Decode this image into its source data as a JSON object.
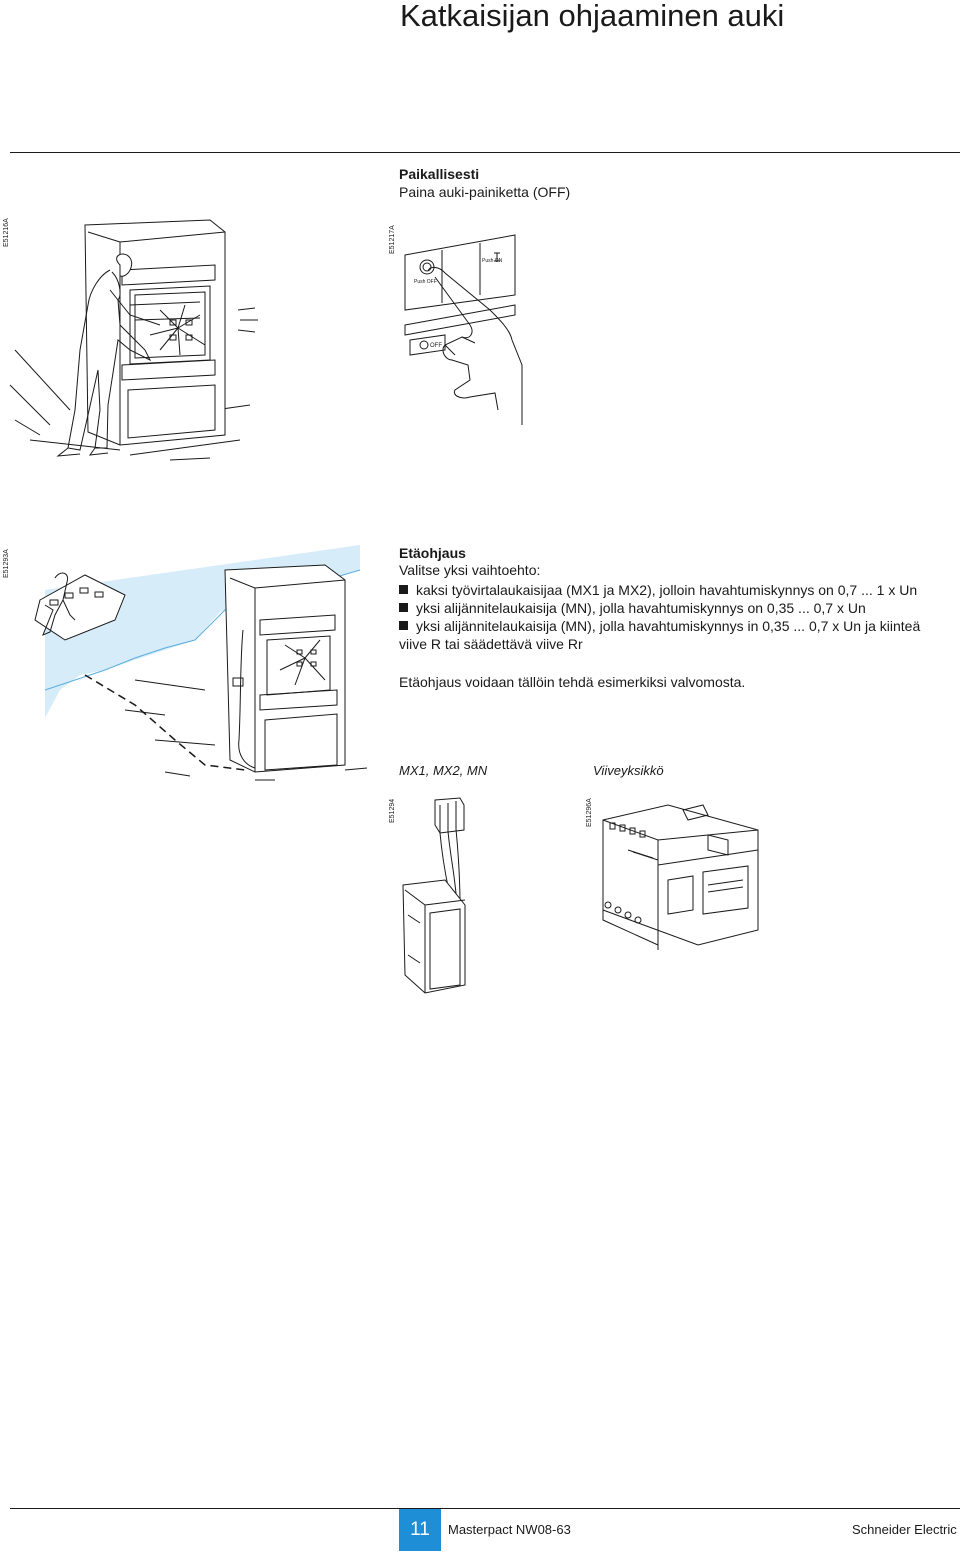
{
  "header": {
    "title": "Katkaisijan ohjaaminen auki"
  },
  "figure_codes": {
    "fig1": "E51216A",
    "fig2": "E51217A",
    "fig3": "E51293A",
    "fig4": "E51294",
    "fig5": "E51296A"
  },
  "local": {
    "heading": "Paikallisesti",
    "text": "Paina auki-painiketta (OFF)"
  },
  "remote": {
    "heading": "Etäohjaus",
    "intro": "Valitse yksi vaihtoehto:",
    "bullets": [
      "kaksi työvirtalaukaisijaa (MX1 ja MX2), jolloin havahtumiskynnys on 0,7 ... 1 x Un",
      "yksi alijännitelaukaisija (MN), jolla havahtumiskynnys on 0,35 ... 0,7 x Un",
      "yksi alijännitelaukaisija (MN), jolla havahtumiskynnys in 0,35 ... 0,7 x Un ja kiinteä"
    ],
    "continuation": "viive R tai säädettävä viive Rr",
    "note": "Etäohjaus voidaan tällöin tehdä esimerkiksi valvomosta."
  },
  "captions": {
    "mx": "MX1, MX2, MN",
    "delay": "Viiveyksikkö"
  },
  "fig2_labels": {
    "push_on": "Push ON",
    "push_off": "Push OFF",
    "off": "OFF"
  },
  "footer": {
    "page": "11",
    "product": "Masterpact NW08-63",
    "brand": "Schneider Electric"
  }
}
